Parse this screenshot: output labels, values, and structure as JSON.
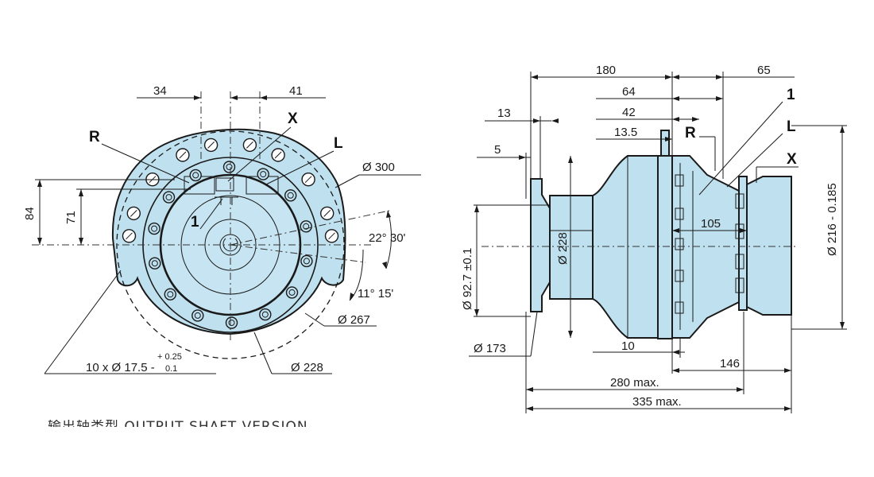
{
  "front_view": {
    "dims": {
      "d34": "34",
      "d41": "41",
      "d84": "84",
      "d71": "71",
      "dia300": "Ø 300",
      "dia267": "Ø 267",
      "dia228": "Ø 228",
      "ang22": "22° 30'",
      "ang11": "11° 15'",
      "bolt_main": "10 x Ø 17.5 -",
      "bolt_tol_upper": "+ 0.25",
      "bolt_tol_lower": "0.1"
    },
    "labels": {
      "R": "R",
      "X": "X",
      "L": "L",
      "one": "1"
    }
  },
  "side_view": {
    "dims": {
      "d180": "180",
      "d65": "65",
      "d64": "64",
      "d42": "42",
      "d13": "13",
      "d13_5": "13.5",
      "d5": "5",
      "d105": "105",
      "dia228": "Ø 228",
      "dia92": "Ø 92.7 ±0.1",
      "dia216": "Ø 216 - 0.185",
      "dia173": "Ø 173",
      "d10": "10",
      "d146": "146",
      "d280": "280 max.",
      "d335": "335 max."
    },
    "labels": {
      "R": "R",
      "X": "X",
      "L": "L",
      "one": "1"
    }
  },
  "caption": "输出轴类型 OUTPUT SHAFT VERSION",
  "colors": {
    "body": "#bfe0ee",
    "line": "#1a1a1a"
  }
}
